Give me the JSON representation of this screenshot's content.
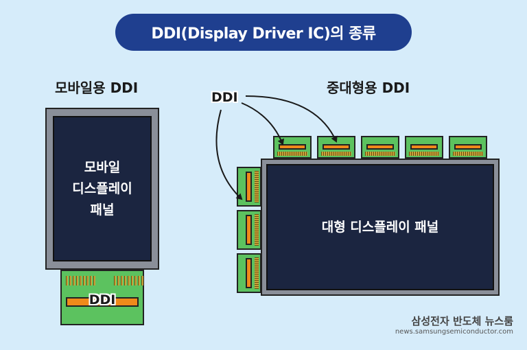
{
  "title": "DDI(Display Driver IC)의 종류",
  "mobile": {
    "heading": "모바일용 DDI",
    "panel_lines": [
      "모바일",
      "디스플레이",
      "패널"
    ],
    "chip_label": "DDI"
  },
  "large": {
    "heading": "중대형용 DDI",
    "panel_label": "대형 디스플레이 패널",
    "callout_label": "DDI"
  },
  "footer": {
    "brand": "삼성전자 반도체 뉴스룸",
    "url": "news.samsungsemiconductor.com"
  },
  "colors": {
    "background": "#d6ecfa",
    "title_pill": "#1f3f8f",
    "panel_screen": "#1b2540",
    "panel_frame": "#8a8f99",
    "board_green": "#5cc25f",
    "chip_orange": "#ef8a1a"
  }
}
